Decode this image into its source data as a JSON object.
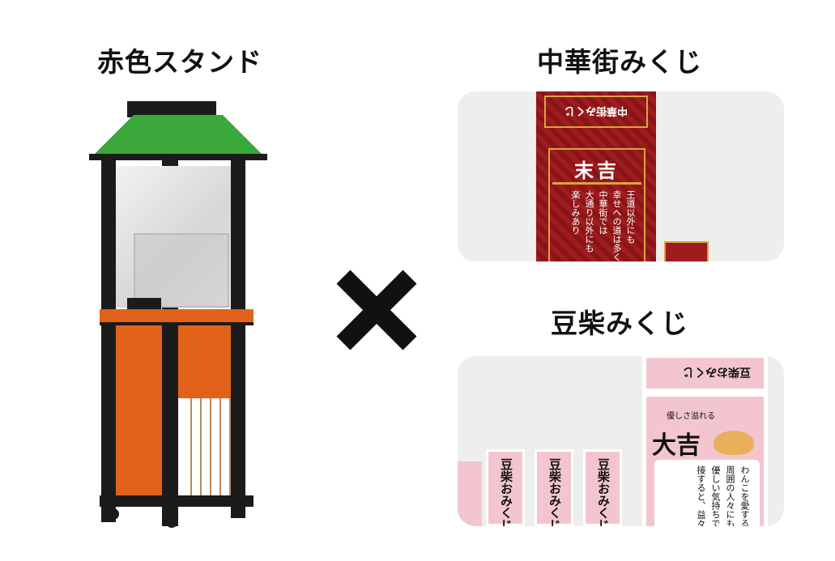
{
  "headings": {
    "stand": "赤色スタンド",
    "chinatown": "中華街みくじ",
    "shiba": "豆柴みくじ"
  },
  "cross_symbol": "✕",
  "chinatown_slip": {
    "header": "中華街みくじ",
    "fortune": "末吉",
    "lines": [
      "王道以外にも",
      "幸せへの道は多く",
      "中華街では",
      "大通り以外にも",
      "楽しみあり"
    ]
  },
  "shiba_slip": {
    "header": "豆柴おみくじ",
    "subtitle": "優しさ溢れる",
    "fortune": "大吉",
    "lines": [
      "わんこを愛する",
      "周囲の人々にも",
      "優しい気持ちで",
      "接すると、益々"
    ],
    "small_label": "豆柴おみくじ"
  },
  "colors": {
    "roof": "#3aa83a",
    "frame": "#1b1b1b",
    "counter": "#e2621b",
    "slip_red": "#9e1b1e",
    "gold": "#d9a441",
    "slip_pink": "#f3c6cf"
  }
}
